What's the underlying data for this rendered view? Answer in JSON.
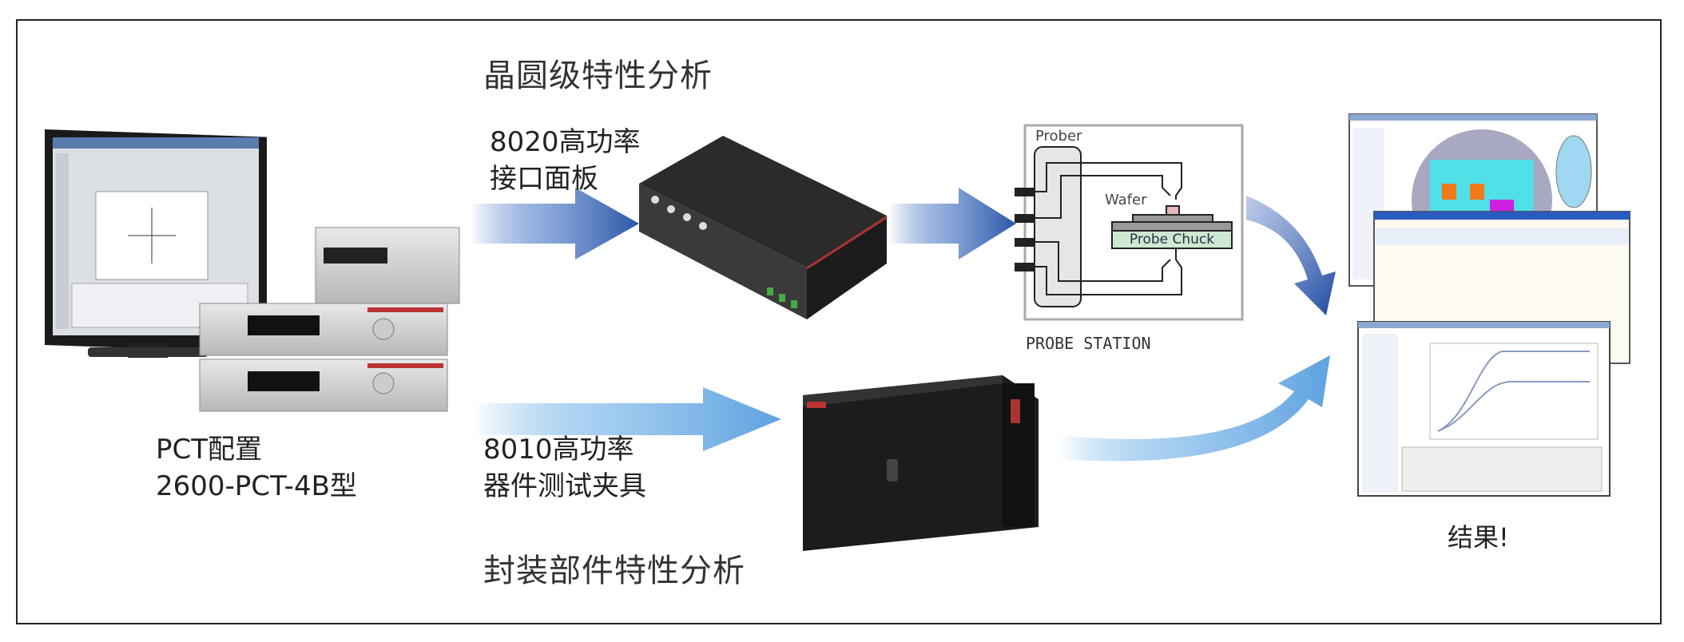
{
  "titles": {
    "wafer_level": "晶圆级特性分析",
    "packaged": "封装部件特性分析"
  },
  "pct": {
    "line1": "PCT配置",
    "line2": "2600-PCT-4B型"
  },
  "panel_8020": {
    "line1": "8020高功率",
    "line2": "接口面板"
  },
  "fixture_8010": {
    "line1": "8010高功率",
    "line2": "器件测试夹具"
  },
  "probe_station": {
    "prober_label": "Prober",
    "wafer_label": "Wafer",
    "chuck_label": "Probe Chuck",
    "caption": "PROBE STATION"
  },
  "results": {
    "label": "结果!"
  },
  "colors": {
    "arrow_dark": "#2f5fb3",
    "arrow_light": "#6fb0e8",
    "chuck": "#cfe8d2"
  }
}
